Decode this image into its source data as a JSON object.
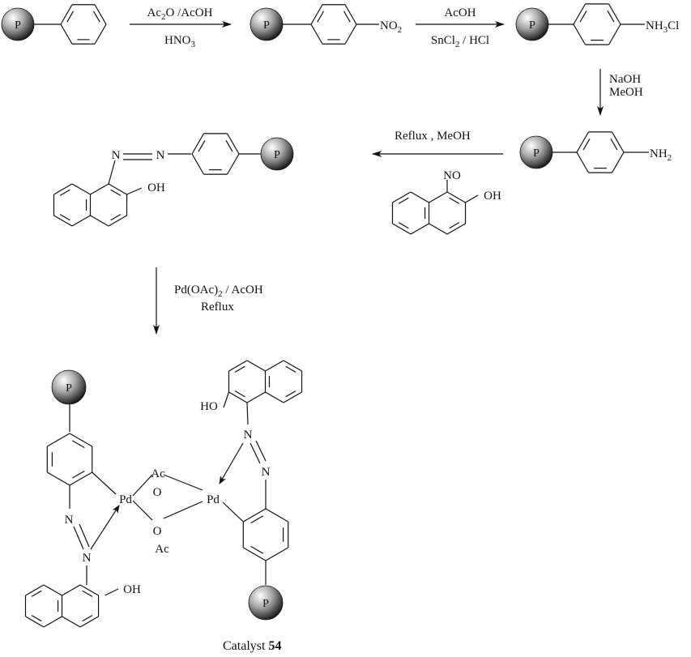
{
  "polymer_support_label": "P",
  "steps": [
    {
      "id": "nitration",
      "reagent_top": "Ac2O /AcOH",
      "reagent_bottom": "HNO3",
      "top_parts": [
        [
          "Ac",
          ""
        ],
        [
          "2",
          "sub"
        ],
        [
          "O /AcOH",
          ""
        ]
      ],
      "bottom_parts": [
        [
          "HNO",
          ""
        ],
        [
          "3",
          "sub"
        ]
      ]
    },
    {
      "id": "reduction",
      "reagent_top": "AcOH",
      "reagent_bottom": "SnCl2 / HCl",
      "top_parts": [
        [
          "AcOH",
          ""
        ]
      ],
      "bottom_parts": [
        [
          "SnCl",
          ""
        ],
        [
          "2",
          "sub"
        ],
        [
          " / HCl",
          ""
        ]
      ]
    },
    {
      "id": "neutralization",
      "reagent_top": "NaOH",
      "reagent_bottom": "MeOH"
    },
    {
      "id": "condensation",
      "reagent_top": "Reflux , MeOH"
    },
    {
      "id": "palladation",
      "reagent_top": "Pd(OAc)2 / AcOH",
      "reagent_bottom": "Reflux",
      "top_parts": [
        [
          "Pd(OAc)",
          ""
        ],
        [
          "2",
          "sub"
        ],
        [
          " / AcOH",
          ""
        ]
      ]
    }
  ],
  "compounds": {
    "polystyrene": {
      "substituent": ""
    },
    "nitro": {
      "substituent": "NO2",
      "parts": [
        [
          "NO",
          ""
        ],
        [
          "2",
          "sub"
        ]
      ]
    },
    "ammonium": {
      "substituent": "NH3Cl",
      "parts": [
        [
          "NH",
          ""
        ],
        [
          "3",
          "sub"
        ],
        [
          "Cl",
          ""
        ]
      ]
    },
    "amine": {
      "substituent": "NH2",
      "parts": [
        [
          "NH",
          ""
        ],
        [
          "2",
          "sub"
        ]
      ]
    },
    "nitroso_naphthol": {
      "nitroso": "NO",
      "hydroxyl": "OH"
    },
    "azo_ligand": {
      "n1": "N",
      "n2": "N",
      "hydroxyl": "OH"
    },
    "catalyst": {
      "pd": "Pd",
      "bridge_o": "O",
      "acetyl": "Ac",
      "n": "N",
      "hydroxyl_left": "OH",
      "hydroxyl_right": "HO",
      "caption_text": "Catalyst ",
      "caption_number": "54"
    }
  }
}
